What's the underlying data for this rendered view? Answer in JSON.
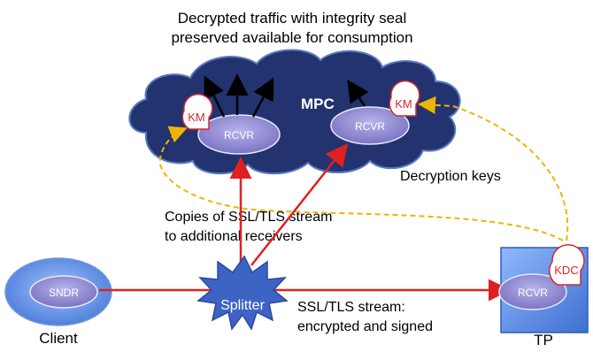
{
  "caption_top": [
    "Decrypted traffic with integrity seal",
    "preserved available for consumption"
  ],
  "cloud_label": "MPC",
  "receiver_left": "RCVR",
  "receiver_right": "RCVR",
  "key_manager_left": "KM",
  "key_manager_right": "KM",
  "decryption_keys": "Decryption keys",
  "copies_caption": [
    "Copies of SSL/TLS stream",
    "to additional receivers"
  ],
  "splitter": "Splitter",
  "sender": "SNDR",
  "client": "Client",
  "stream_caption": [
    "SSL/TLS stream:",
    "encrypted and signed"
  ],
  "tp_receiver": "RCVR",
  "kdc": "KDC",
  "tp": "TP",
  "colors": {
    "cloud": "#2a3a7e",
    "cloud_outline": "#4f6fb8",
    "ellipse": "#8b87cf",
    "red_arrow": "#e02020",
    "key_arrow": "#f0b400",
    "tp_box": "#5b8fde"
  }
}
